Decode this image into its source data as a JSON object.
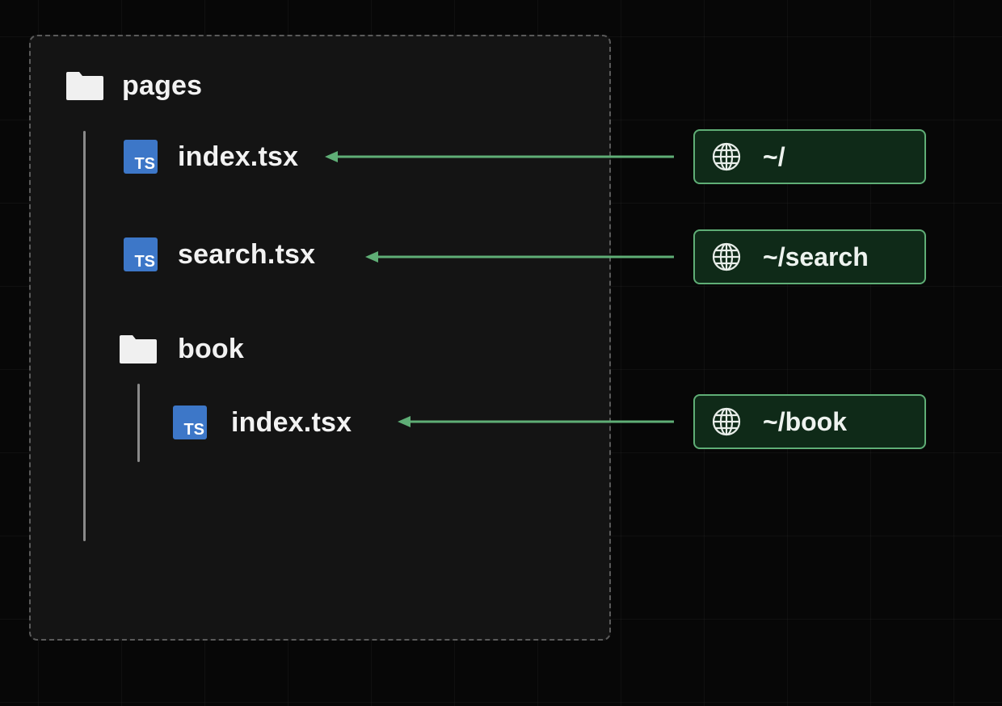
{
  "tree": {
    "root_folder": {
      "label": "pages",
      "icon": "folder-icon"
    },
    "items": [
      {
        "label": "index.tsx",
        "icon": "typescript-file-icon",
        "badge": "TS"
      },
      {
        "label": "search.tsx",
        "icon": "typescript-file-icon",
        "badge": "TS"
      },
      {
        "label": "book",
        "icon": "folder-icon"
      },
      {
        "label": "index.tsx",
        "icon": "typescript-file-icon",
        "badge": "TS"
      }
    ]
  },
  "routes": [
    {
      "label": "~/",
      "icon": "globe-icon"
    },
    {
      "label": "~/search",
      "icon": "globe-icon"
    },
    {
      "label": "~/book",
      "icon": "globe-icon"
    }
  ],
  "colors": {
    "background": "#070707",
    "panel": "#141414",
    "panel_border": "#5a5a5a",
    "arrow": "#5fae76",
    "route_fill": "#0f2a18",
    "route_border": "#5fae76",
    "ts_badge": "#3d77c8"
  }
}
